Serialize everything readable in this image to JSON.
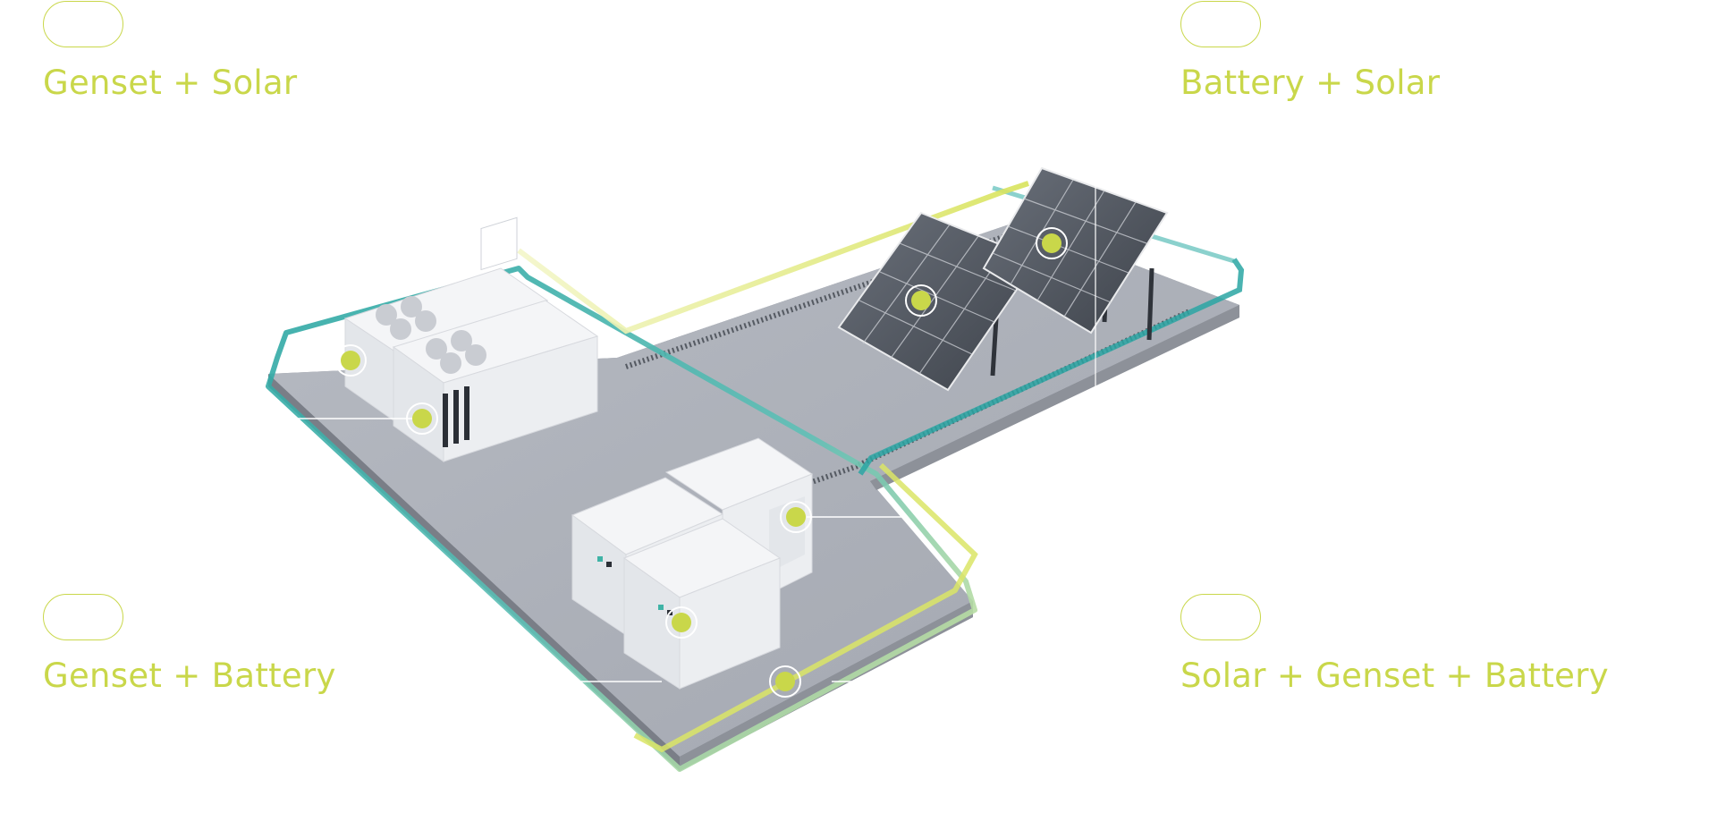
{
  "options": [
    {
      "id": "genset-solar",
      "label": "Genset + Solar"
    },
    {
      "id": "battery-solar",
      "label": "Battery + Solar"
    },
    {
      "id": "genset-battery",
      "label": "Genset + Battery"
    },
    {
      "id": "solar-genset-battery",
      "label": "Solar + Genset + Battery"
    }
  ],
  "colors": {
    "accent": "#c9d74a",
    "teal": "#2aa6a3",
    "platform": "#a9adb6",
    "platform_side": "#7f838c",
    "container": "#eef0f3",
    "panel": "#4b5059"
  },
  "icons": [
    "genset-container-icon",
    "battery-container-icon",
    "solar-panel-icon",
    "hotspot-dot-icon"
  ]
}
